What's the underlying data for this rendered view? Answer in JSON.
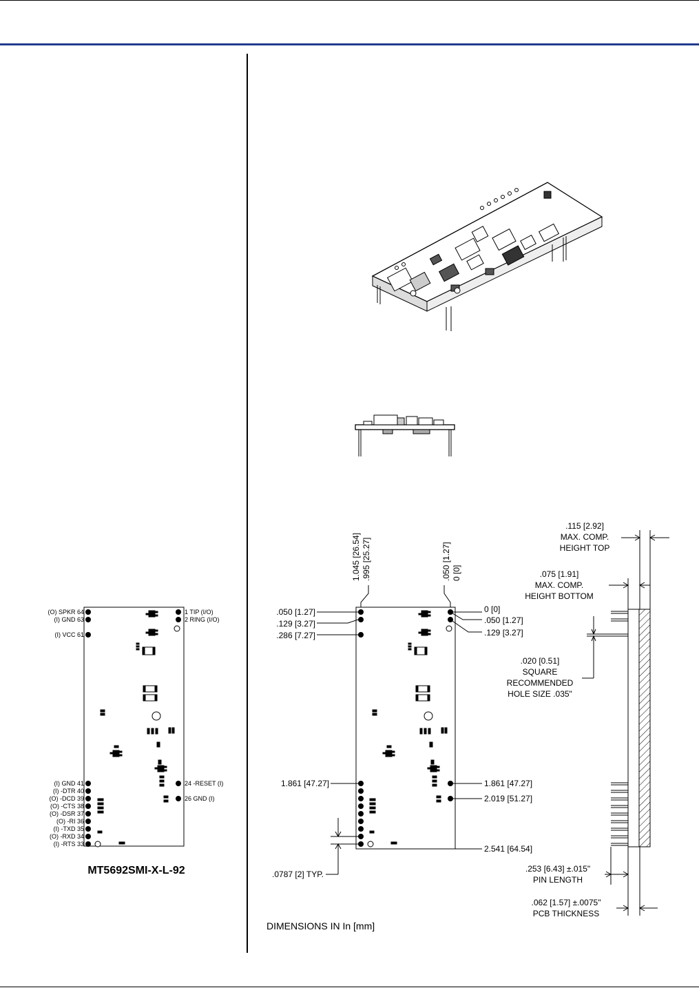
{
  "left_board": {
    "model": "MT5692SMI-X-L-92",
    "pins_left": [
      {
        "label": "(O) SPKR 64"
      },
      {
        "label": "(I) GND 63"
      },
      {
        "label": "(I) VCC 61"
      },
      {
        "label": "(I) GND 41"
      },
      {
        "label": "(I) -DTR 40"
      },
      {
        "label": "(O) -DCD 39"
      },
      {
        "label": "(O) -CTS 38"
      },
      {
        "label": "(O) -DSR 37"
      },
      {
        "label": "(O) -RI 36"
      },
      {
        "label": "(I) -TXD 35"
      },
      {
        "label": "(O) -RXD 34"
      },
      {
        "label": "(I) -RTS 33"
      }
    ],
    "pins_right": [
      {
        "label": "1 TIP (I/O)"
      },
      {
        "label": "2 RING (I/O)"
      },
      {
        "label": "24 -RESET (I)"
      },
      {
        "label": "26 GND (I)"
      }
    ]
  },
  "dimensions": {
    "top_left_a": "1.045 [26.54]",
    "top_left_b": ".995 [25.27]",
    "top_right_a": ".050 [1.27]",
    "top_right_b": "0 [0]",
    "left_050": ".050 [1.27]",
    "left_129": ".129 [3.27]",
    "left_286": ".286 [7.27]",
    "right_0": "0 [0]",
    "right_050": ".050 [1.27]",
    "right_129": ".129 [3.27]",
    "left_1861": "1.861 [47.27]",
    "right_1861": "1.861 [47.27]",
    "right_2019": "2.019 [51.27]",
    "right_2541": "2.541 [64.54]",
    "pitch": ".0787 [2] TYP.",
    "units_note": "DIMENSIONS IN In [mm]"
  },
  "side_view": {
    "max_top_l1": ".115 [2.92]",
    "max_top_l2": "MAX. COMP.",
    "max_top_l3": "HEIGHT TOP",
    "max_bot_l1": ".075 [1.91]",
    "max_bot_l2": "MAX. COMP.",
    "max_bot_l3": "HEIGHT BOTTOM",
    "pin_sq_l1": ".020 [0.51]",
    "pin_sq_l2": "SQUARE",
    "pin_sq_l3": "RECOMMENDED",
    "pin_sq_l4": "HOLE SIZE .035\"",
    "pin_len_l1": ".253 [6.43] ±.015\"",
    "pin_len_l2": "PIN LENGTH",
    "pcb_l1": ".062 [1.57] ±.0075\"",
    "pcb_l2": "PCB THICKNESS"
  }
}
